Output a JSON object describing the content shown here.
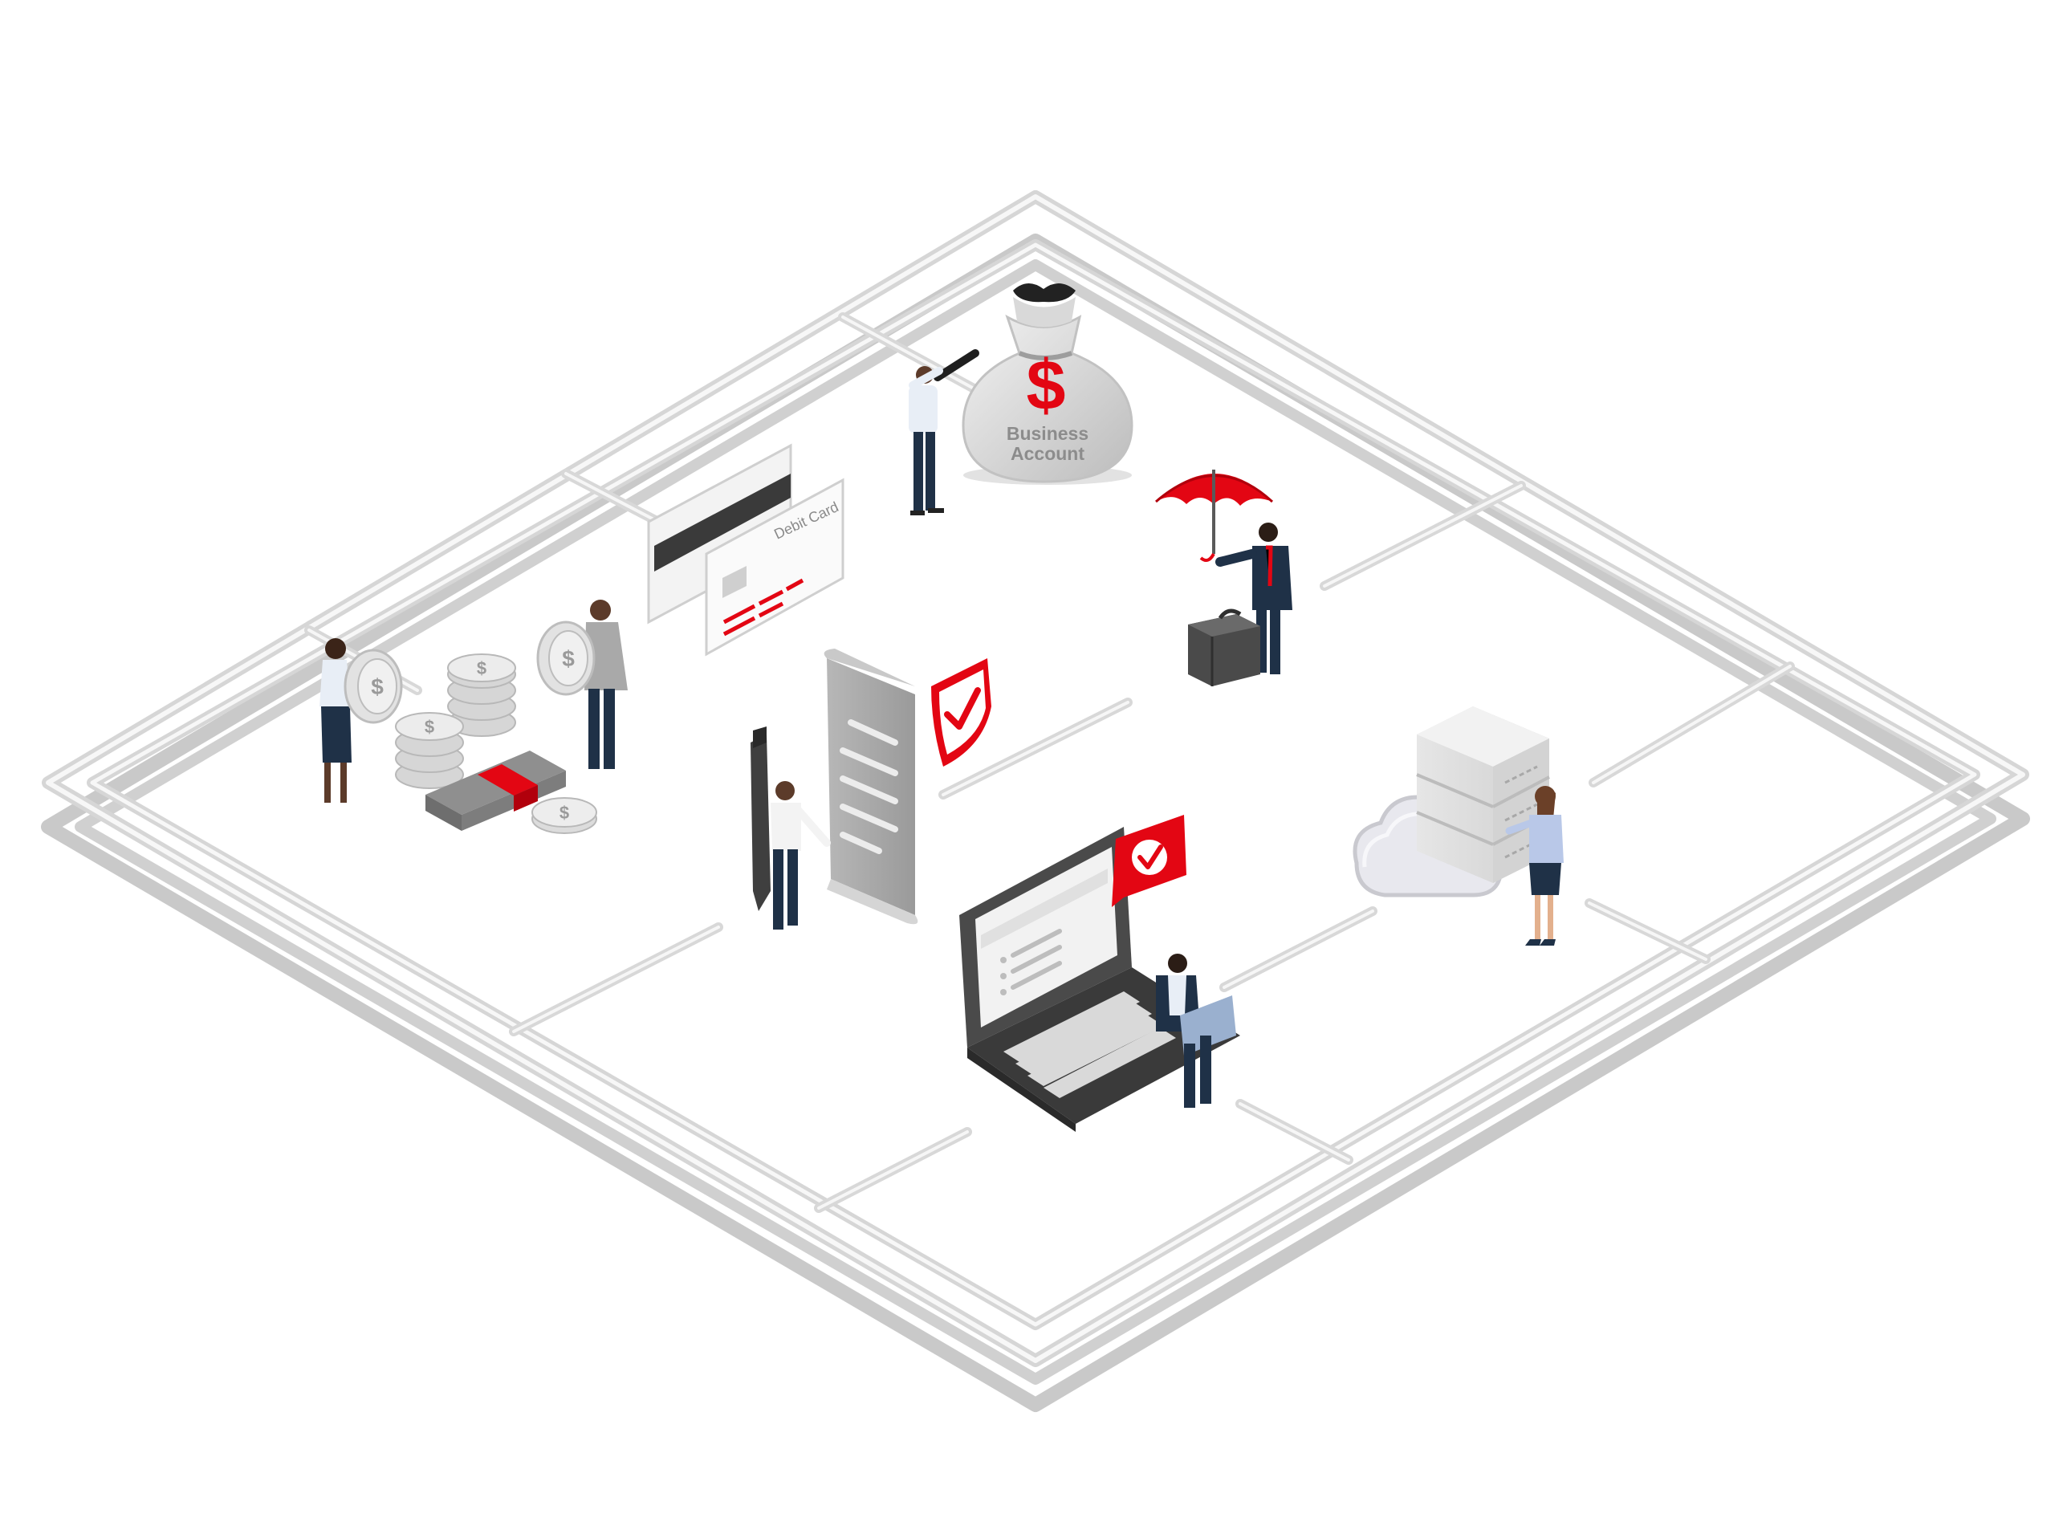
{
  "money_bag": {
    "symbol": "$",
    "line1": "Business",
    "line2": "Account"
  },
  "debit_card": {
    "label": "Debit Card"
  },
  "coin": {
    "symbol": "$"
  },
  "colors": {
    "accent_red": "#e30613",
    "navy": "#1f3147",
    "rail": "#d4d4d4",
    "rail_shadow": "#c6c6c6",
    "object_gray": "#bdbdbd",
    "dark_gray": "#4a4a4a"
  },
  "icons": [
    "money-bag-icon",
    "debit-card-icon",
    "umbrella-icon",
    "briefcase-icon",
    "coin-stack-icon",
    "cash-bundle-icon",
    "document-icon",
    "shield-check-icon",
    "pen-icon",
    "laptop-icon",
    "check-badge-icon",
    "server-icon",
    "cloud-icon"
  ]
}
